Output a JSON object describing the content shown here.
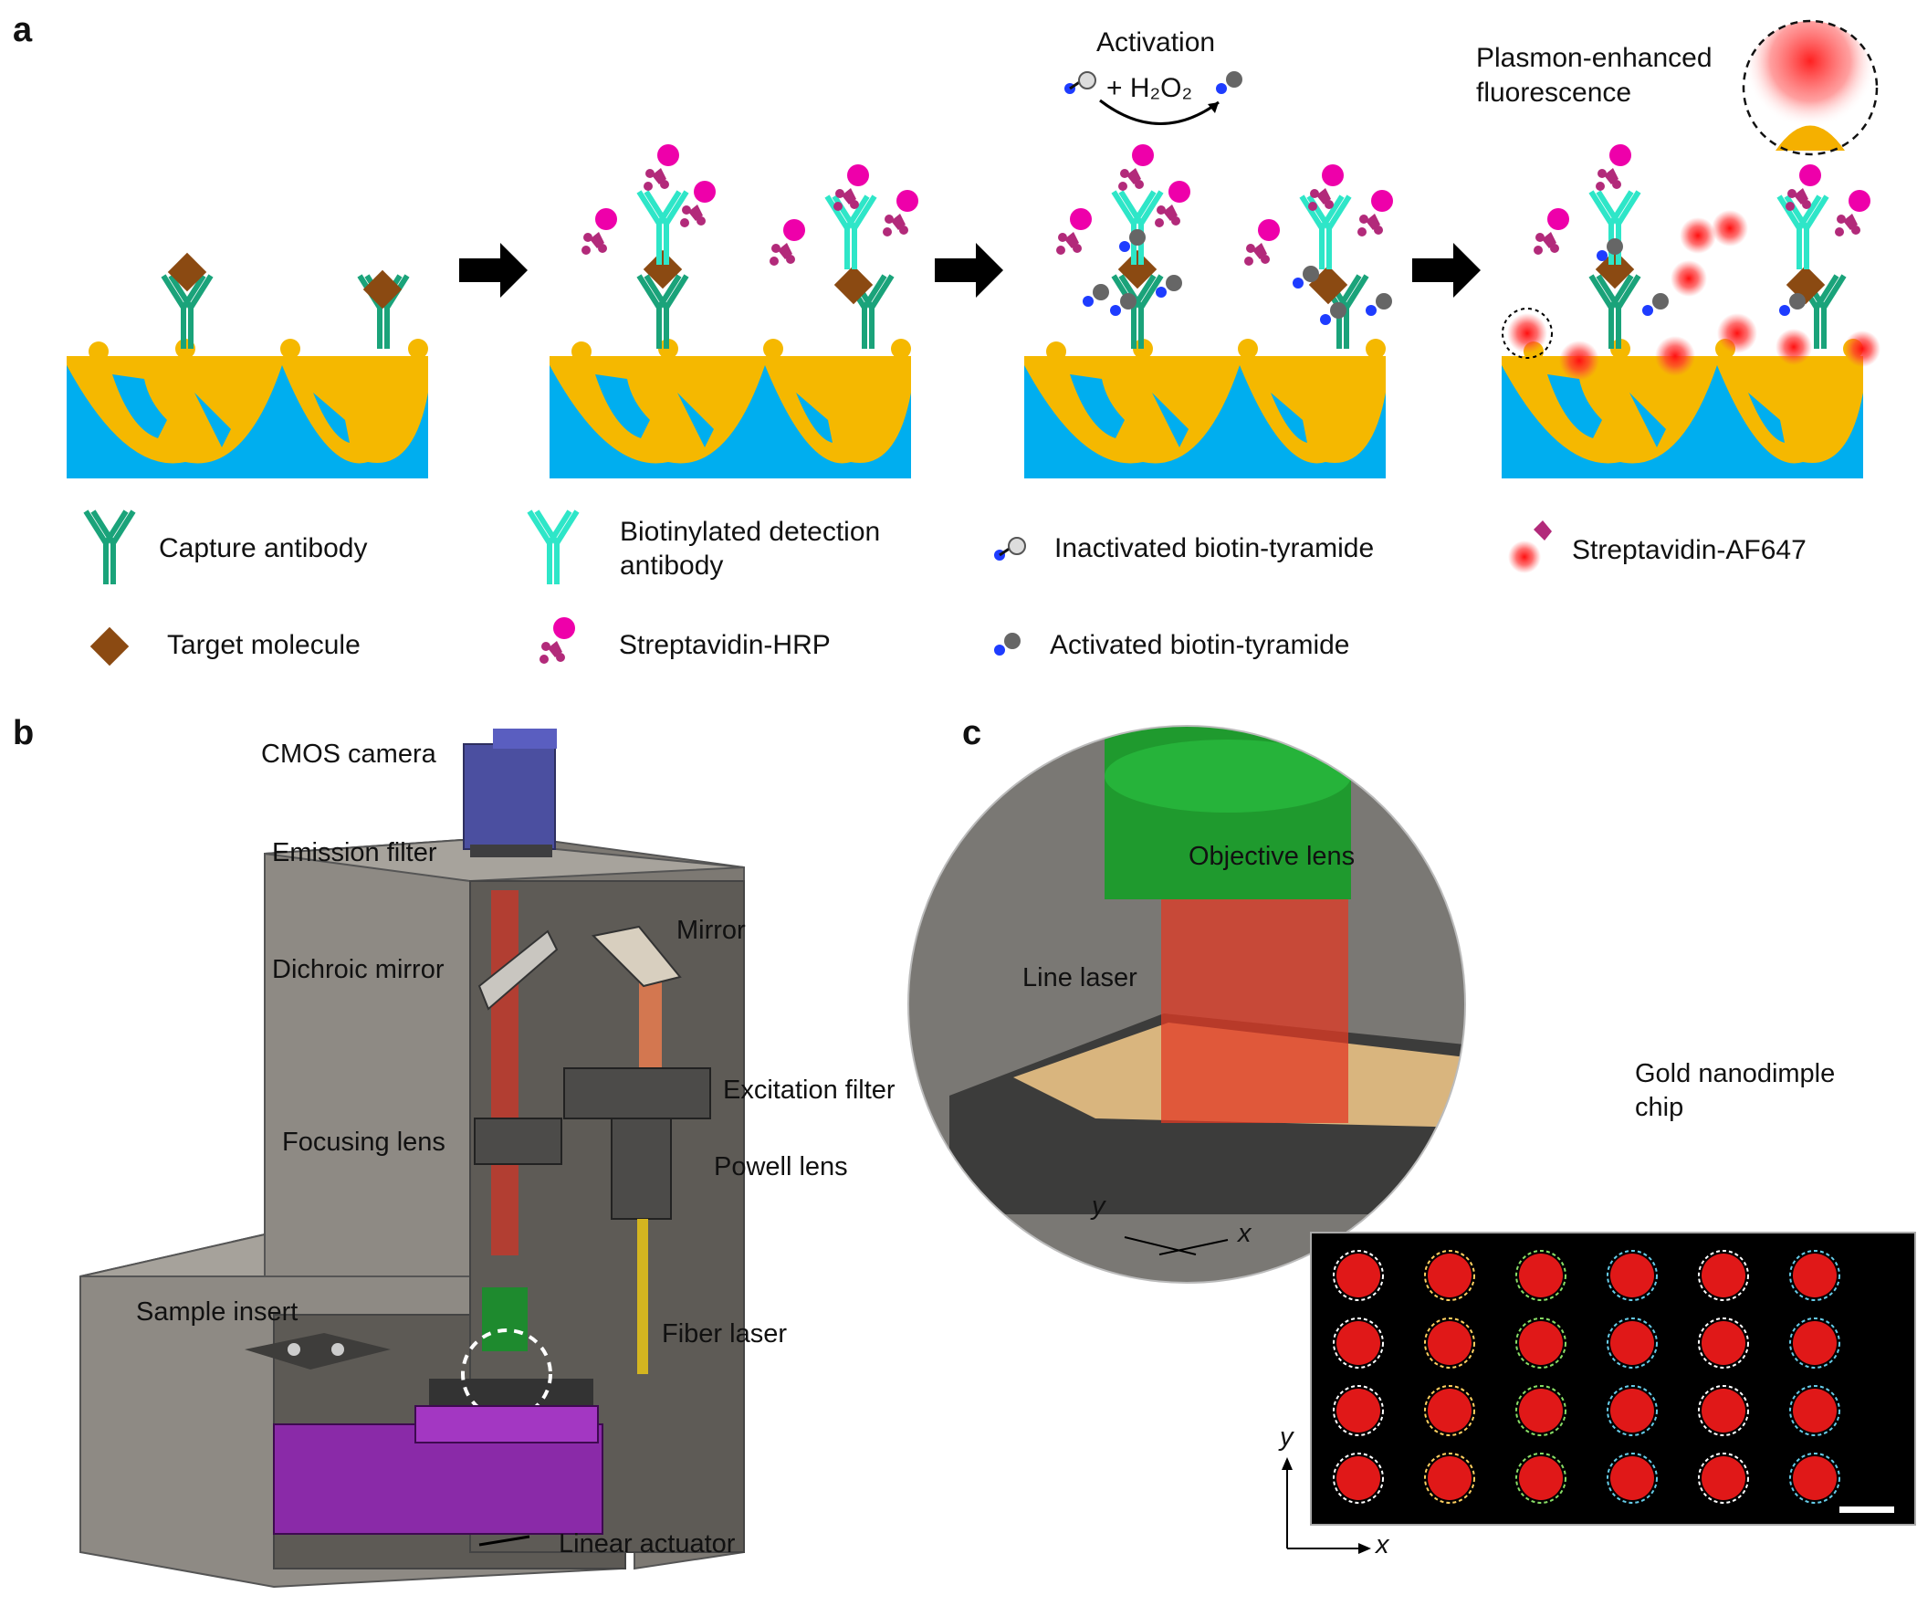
{
  "panels": {
    "a": "a",
    "b": "b",
    "c": "c"
  },
  "panel_a": {
    "activation_label": "Activation",
    "reaction_label": "+ H₂O₂",
    "plasmon_label_line1": "Plasmon-enhanced",
    "plasmon_label_line2": "fluorescence",
    "legend": {
      "capture_antibody": "Capture antibody",
      "target_molecule": "Target molecule",
      "detection_antibody_line1": "Biotinylated detection",
      "detection_antibody_line2": "antibody",
      "streptavidin_hrp": "Streptavidin-HRP",
      "inactivated_biotin": "Inactivated biotin-tyramide",
      "activated_biotin": "Activated biotin-tyramide",
      "streptavidin_af647": "Streptavidin-AF647"
    }
  },
  "panel_b": {
    "labels": {
      "cmos_camera": "CMOS camera",
      "emission_filter": "Emission filter",
      "dichroic_mirror": "Dichroic mirror",
      "mirror": "Mirror",
      "excitation_filter": "Excitation filter",
      "focusing_lens": "Focusing lens",
      "powell_lens": "Powell lens",
      "sample_insert": "Sample insert",
      "fiber_laser": "Fiber laser",
      "linear_actuator": "Linear actuator"
    }
  },
  "panel_c": {
    "labels": {
      "objective_lens": "Objective lens",
      "line_laser": "Line laser",
      "gold_chip_line1": "Gold nanodimple",
      "gold_chip_line2": "chip",
      "axis_y": "y",
      "axis_x": "x"
    }
  },
  "colors": {
    "substrate_blue": "#00aeef",
    "gold": "#f5b800",
    "capture_antibody": "#1aa37a",
    "detection_antibody": "#2ee6c8",
    "target": "#8b4a12",
    "hrp": "#ee00aa",
    "streptavidin": "#b22a7a",
    "biotin": "#1e3cff",
    "af647": "#ff2020",
    "housing": "#8e8a84",
    "stage": "#a020c0",
    "objective": "#1f9a2e"
  }
}
